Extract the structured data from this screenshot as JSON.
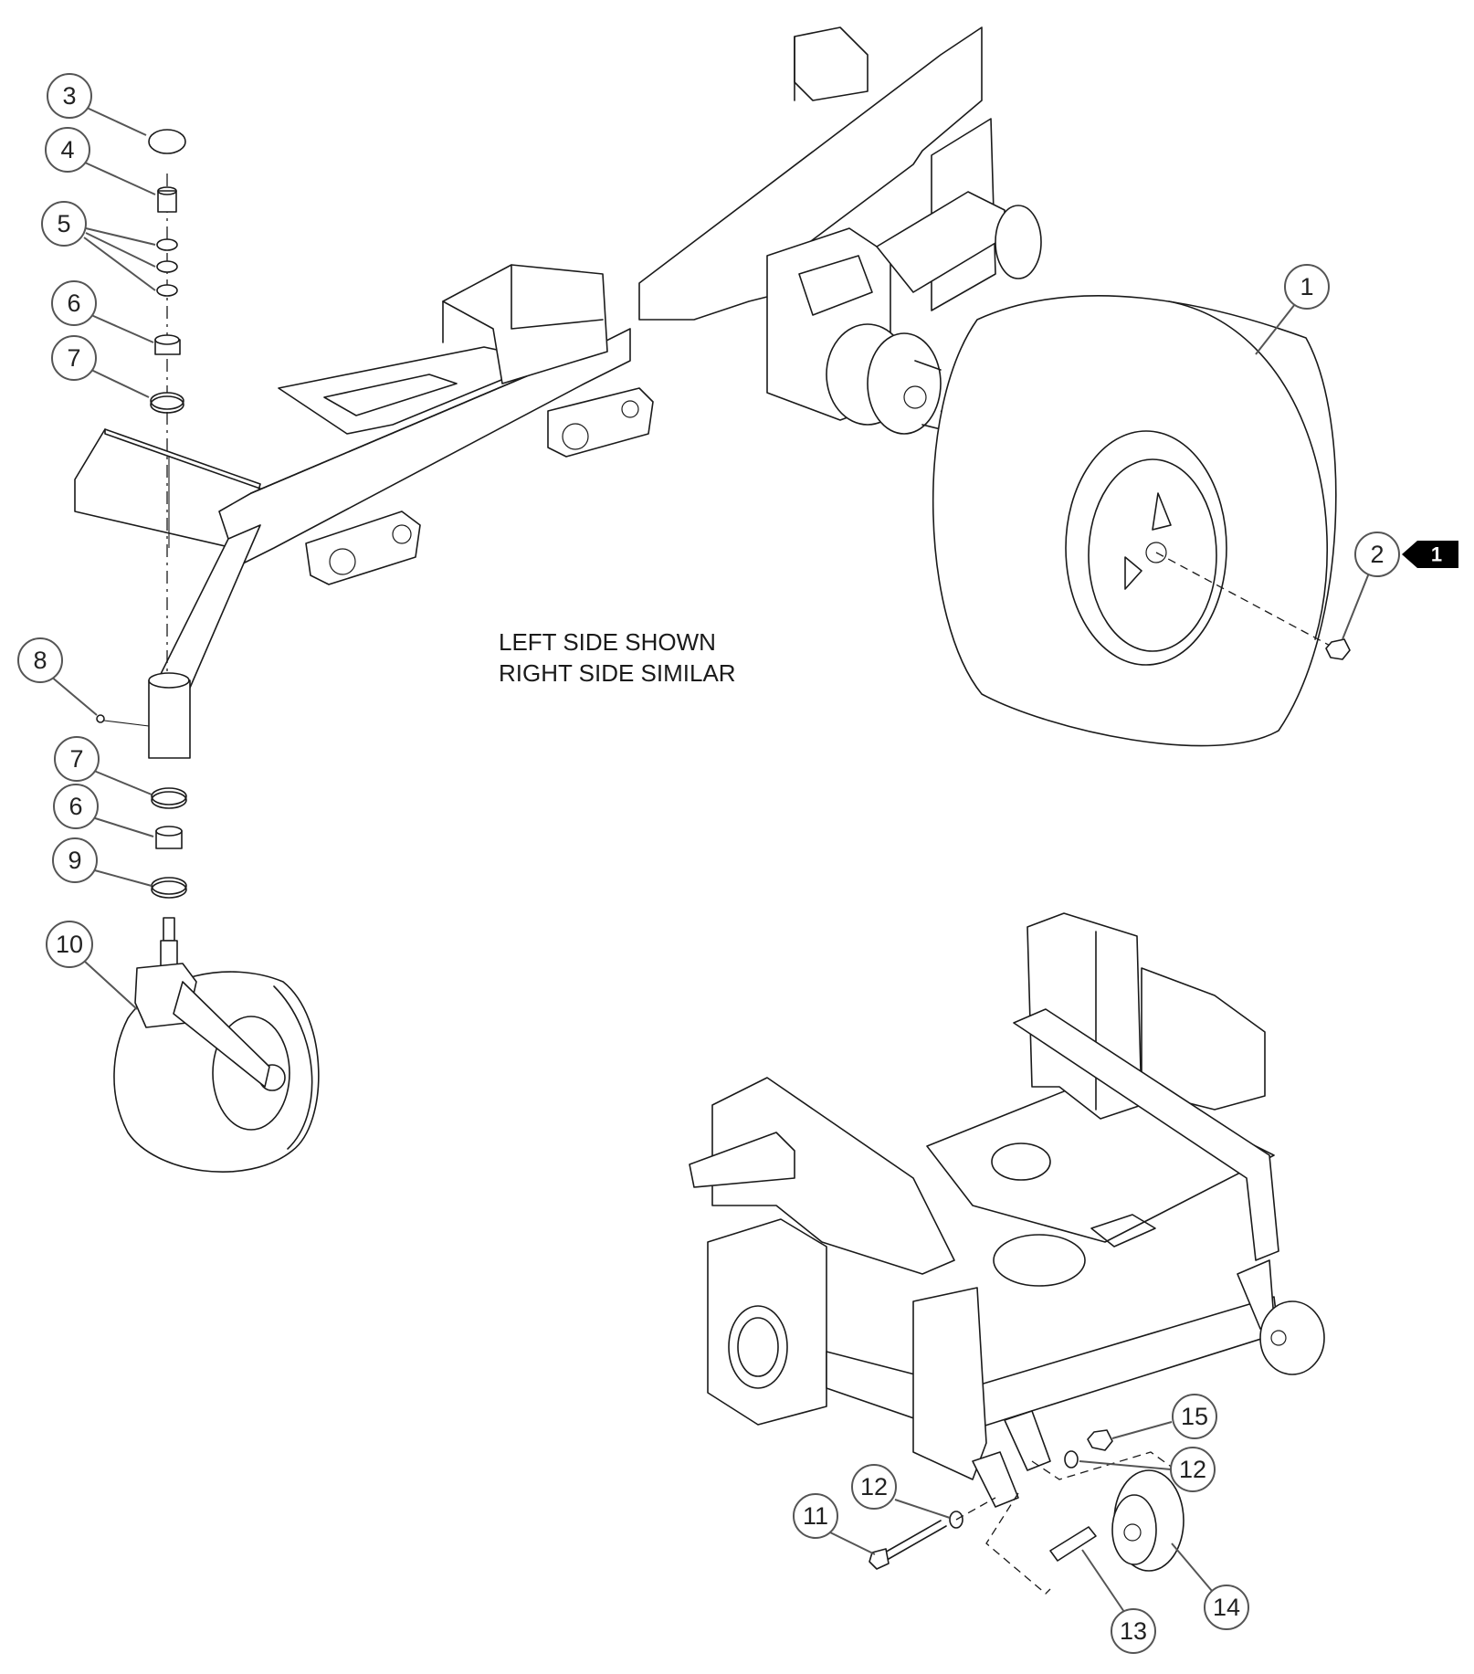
{
  "note": {
    "line1": "LEFT SIDE SHOWN",
    "line2": "RIGHT SIDE SIMILAR"
  },
  "callouts": [
    {
      "id": "c3",
      "label": "3"
    },
    {
      "id": "c4",
      "label": "4"
    },
    {
      "id": "c5",
      "label": "5"
    },
    {
      "id": "c6a",
      "label": "6"
    },
    {
      "id": "c7a",
      "label": "7"
    },
    {
      "id": "c8",
      "label": "8"
    },
    {
      "id": "c7b",
      "label": "7"
    },
    {
      "id": "c6b",
      "label": "6"
    },
    {
      "id": "c9",
      "label": "9"
    },
    {
      "id": "c10",
      "label": "10"
    },
    {
      "id": "c1",
      "label": "1"
    },
    {
      "id": "c2",
      "label": "2"
    },
    {
      "id": "c15",
      "label": "15"
    },
    {
      "id": "c12a",
      "label": "12"
    },
    {
      "id": "c12b",
      "label": "12"
    },
    {
      "id": "c11",
      "label": "11"
    },
    {
      "id": "c13",
      "label": "13"
    },
    {
      "id": "c14",
      "label": "14"
    }
  ],
  "badge": {
    "label": "1"
  }
}
